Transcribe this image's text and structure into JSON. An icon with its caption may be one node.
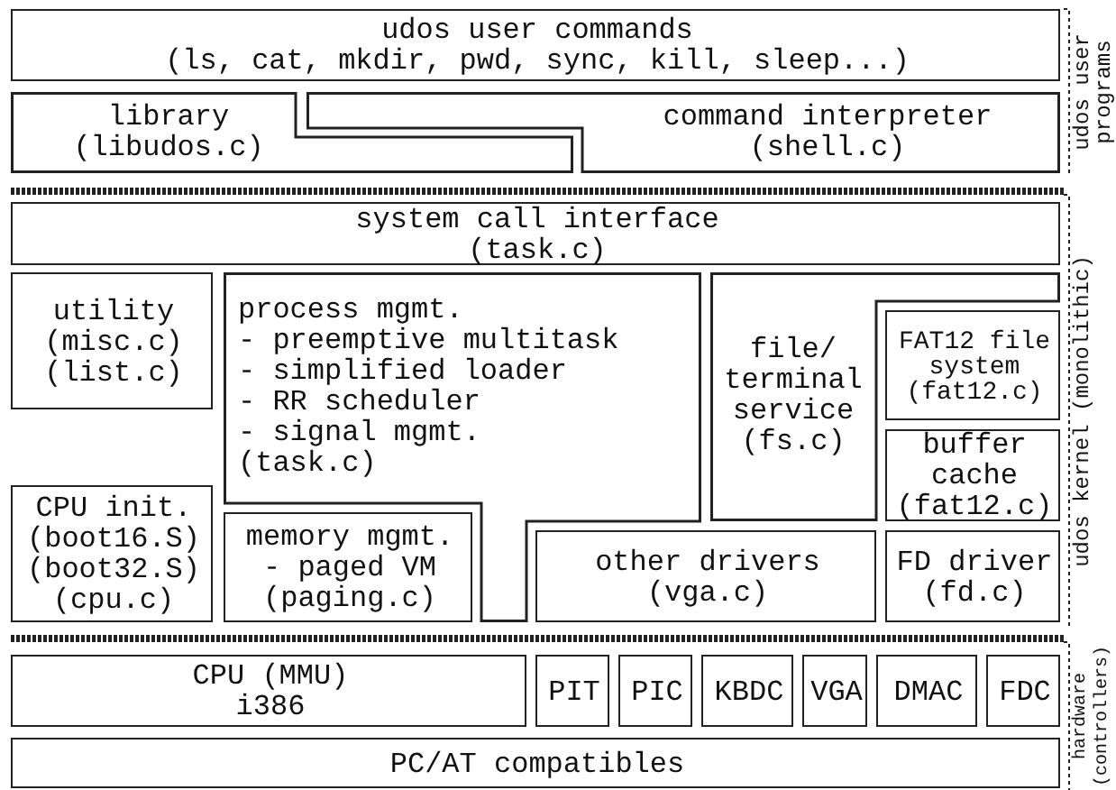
{
  "diagram": {
    "nodes": [
      {
        "text": [
          "udos user commands",
          "(ls, cat, mkdir, pwd, sync, kill, sleep...)"
        ]
      },
      {
        "text": [
          "library",
          "(libudos.c)"
        ]
      },
      {
        "text": [
          "command interpreter",
          "(shell.c)"
        ]
      },
      {
        "text": [
          "system call interface",
          "(task.c)"
        ]
      },
      {
        "text": [
          "utility",
          "(misc.c)",
          "(list.c)"
        ]
      },
      {
        "text": [
          "process mgmt.",
          "- preemptive multitask",
          "- simplified loader",
          "- RR scheduler",
          "- signal mgmt.",
          "(task.c)"
        ]
      },
      {
        "text": [
          "file/ terminal service",
          "(fs.c)"
        ]
      },
      {
        "text": [
          "FAT12 file system",
          "(fat12.c)"
        ]
      },
      {
        "text": [
          "CPU init.",
          "(boot16.S)",
          "(boot32.S)",
          "(cpu.c)"
        ]
      },
      {
        "text": [
          "memory mgmt.",
          "- paged VM",
          "(paging.c)"
        ]
      },
      {
        "text": [
          "buffer cache",
          "(fat12.c)"
        ]
      },
      {
        "text": [
          "other drivers",
          "(vga.c)"
        ]
      },
      {
        "text": [
          "FD driver",
          "(fd.c)"
        ]
      },
      {
        "text": [
          "CPU (MMU)",
          "i386"
        ]
      },
      {
        "text": [
          "PIT"
        ]
      },
      {
        "text": [
          "PIC"
        ]
      },
      {
        "text": [
          "KBDC"
        ]
      },
      {
        "text": [
          "VGA"
        ]
      },
      {
        "text": [
          "DMAC"
        ]
      },
      {
        "text": [
          "FDC"
        ]
      },
      {
        "text": [
          "PC/AT compatibles"
        ]
      }
    ],
    "edges": [],
    "labels": [
      "udos user programs",
      "udos kernel (monolithic)",
      "hardware (controllers)"
    ]
  }
}
